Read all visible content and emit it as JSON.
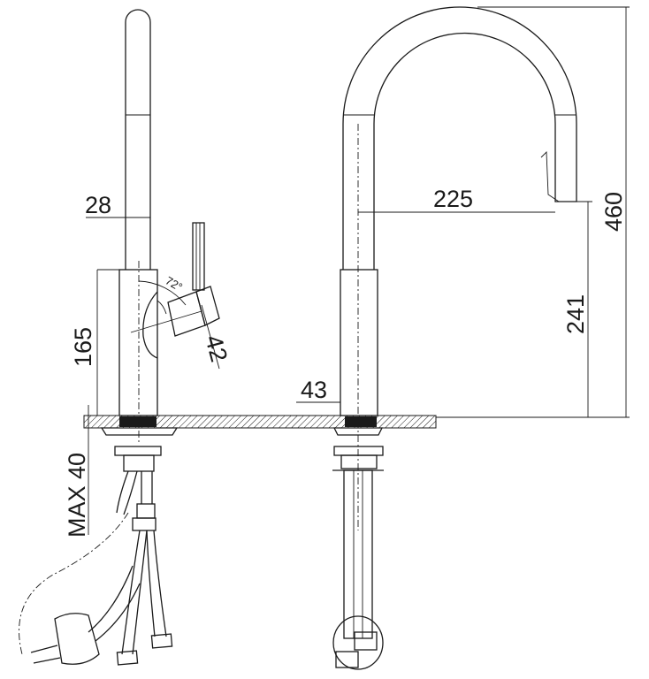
{
  "drawing": {
    "dimensions": {
      "spout_diameter": "28",
      "lever_angle": "72°",
      "body_height": "165",
      "lever_diameter": "42",
      "max_deck_thickness": "MAX 40",
      "body_diameter": "43",
      "spout_reach": "225",
      "spout_outlet_height": "241",
      "total_height": "460"
    },
    "colors": {
      "line": "#1a1a1a",
      "background": "#ffffff"
    }
  }
}
